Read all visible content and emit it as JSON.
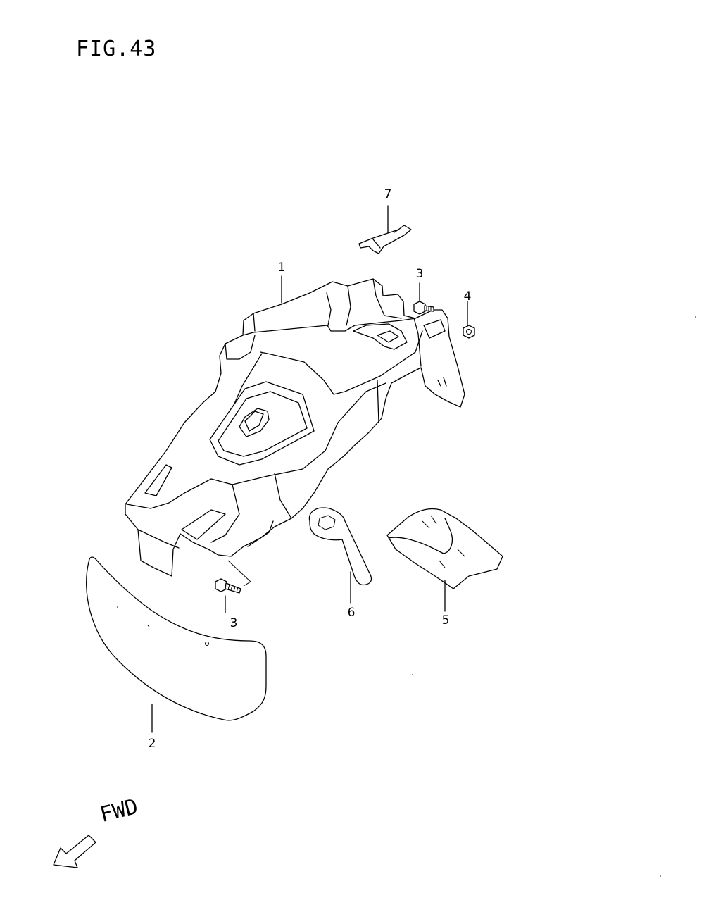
{
  "figure": {
    "title": "FIG.43",
    "direction_label": "FWD"
  },
  "callouts": [
    {
      "id": "part-1",
      "label": "1"
    },
    {
      "id": "part-2",
      "label": "2"
    },
    {
      "id": "part-3a",
      "label": "3"
    },
    {
      "id": "part-3b",
      "label": "3"
    },
    {
      "id": "part-4",
      "label": "4"
    },
    {
      "id": "part-5",
      "label": "5"
    },
    {
      "id": "part-6",
      "label": "6"
    },
    {
      "id": "part-7",
      "label": "7"
    }
  ],
  "colors": {
    "line": "#000000",
    "background": "#ffffff"
  },
  "icons": {
    "direction": "arrow-left-down-icon"
  }
}
